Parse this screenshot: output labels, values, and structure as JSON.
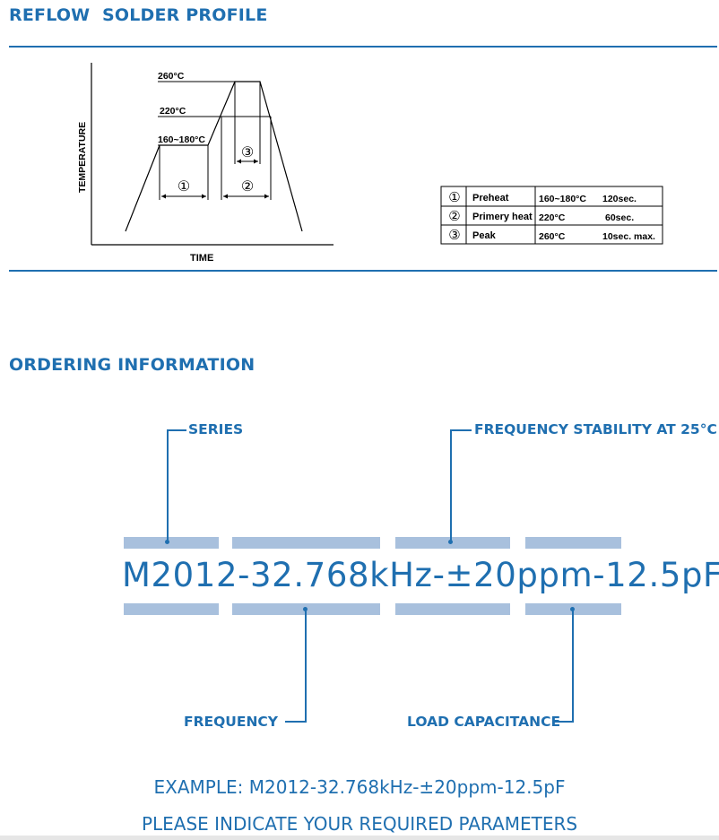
{
  "reflow": {
    "title": "REFLOW  SOLDER PROFILE",
    "graph": {
      "y_axis_label": "TEMPERATURE",
      "x_axis_label": "TIME",
      "levels": [
        "260°C",
        "220°C",
        "160~180°C"
      ],
      "markers": [
        "①",
        "②",
        "③"
      ]
    },
    "table": [
      {
        "marker": "①",
        "stage": "Preheat",
        "temp": "160~180°C",
        "time": "120sec."
      },
      {
        "marker": "②",
        "stage": "Primery heat",
        "temp": "220°C",
        "time": "60sec."
      },
      {
        "marker": "③",
        "stage": "Peak",
        "temp": "260°C",
        "time": "10sec. max."
      }
    ]
  },
  "ordering": {
    "title": "ORDERING INFORMATION",
    "part_number": "M2012-32.768kHz-±20ppm-12.5pF",
    "labels": {
      "series": "SERIES",
      "frequency_stability": "FREQUENCY STABILITY AT 25°C",
      "frequency": "FREQUENCY",
      "load_capacitance": "LOAD CAPACITANCE"
    },
    "example": "EXAMPLE: M2012-32.768kHz-±20ppm-12.5pF",
    "note": "PLEASE INDICATE YOUR REQUIRED PARAMETERS"
  }
}
